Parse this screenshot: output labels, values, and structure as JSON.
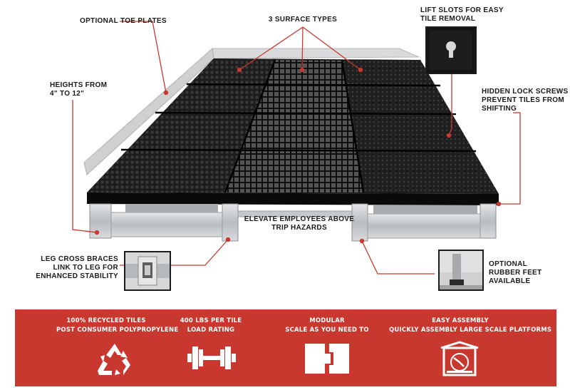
{
  "callouts": {
    "toe_plates": "OPTIONAL TOE PLATES",
    "surface_types": "3 SURFACE TYPES",
    "lift_slots": [
      "LIFT SLOTS FOR EASY",
      "TILE REMOVAL"
    ],
    "heights": [
      "HEIGHTS FROM",
      "4\" TO 12\""
    ],
    "lock_screws": [
      "HIDDEN LOCK SCREWS",
      "PREVENT TILES FROM",
      "SHIFTING"
    ],
    "elevate": [
      "ELEVATE EMPLOYEES ABOVE",
      "TRIP HAZARDS"
    ],
    "cross_braces": [
      "LEG CROSS BRACES",
      "LINK TO LEG FOR",
      "ENHANCED STABILITY"
    ],
    "rubber_feet": [
      "OPTIONAL",
      "RUBBER FEET",
      "AVAILABLE"
    ]
  },
  "features": [
    {
      "title": "100% RECYCLED TILES",
      "subtitle": "POST CONSUMER POLYPROPYLENE",
      "icon": "recycle-icon"
    },
    {
      "title": "400 LBS PER TILE",
      "subtitle": "LOAD RATING",
      "icon": "dumbbell-icon"
    },
    {
      "title": "MODULAR",
      "subtitle": "SCALE AS YOU NEED TO",
      "icon": "puzzle-icon"
    },
    {
      "title": "EASY ASSEMBLY",
      "subtitle": "QUICKLY ASSEMBLY LARGE SCALE PLATFORMS",
      "icon": "assembly-icon"
    }
  ],
  "colors": {
    "banner": "#c8382f",
    "callout_line": "#c8382f",
    "tile": "#1b1b1b",
    "frame": "#c9ccce"
  }
}
